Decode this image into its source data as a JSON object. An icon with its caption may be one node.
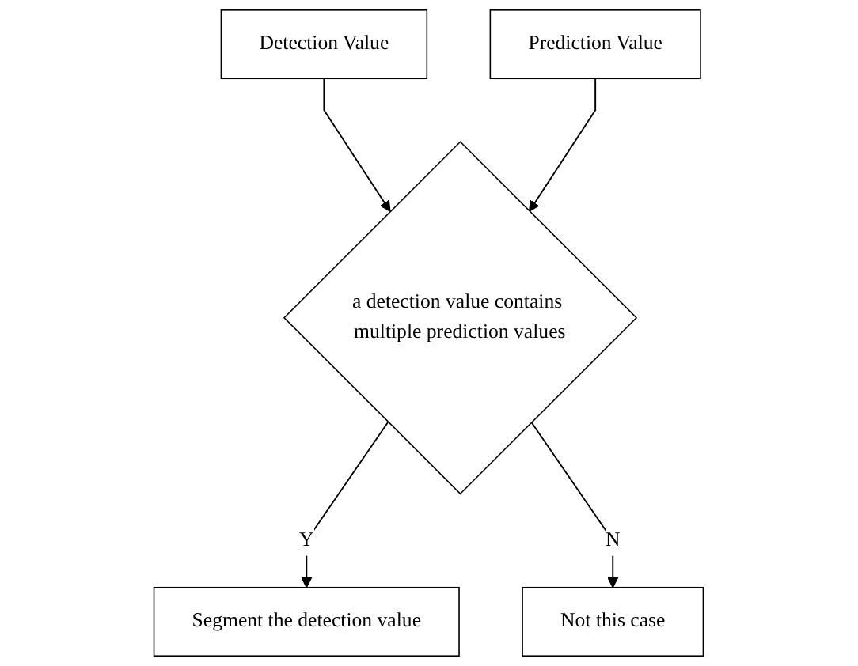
{
  "diagram": {
    "nodes": [
      {
        "text": [
          "Detection Value"
        ]
      },
      {
        "text": [
          "Prediction Value"
        ]
      },
      {
        "text": [
          "a detection value contains multiple prediction values"
        ]
      },
      {
        "text": [
          "Segment the detection value"
        ]
      },
      {
        "text": [
          "Not this case"
        ]
      }
    ],
    "edges": [
      {
        "from": 0,
        "to": 2,
        "arrow": "to"
      },
      {
        "from": 1,
        "to": 2,
        "arrow": "to"
      },
      {
        "from": 2,
        "to": 3,
        "arrow": "to",
        "label": "Y"
      },
      {
        "from": 2,
        "to": 4,
        "arrow": "to",
        "label": "N"
      }
    ]
  }
}
